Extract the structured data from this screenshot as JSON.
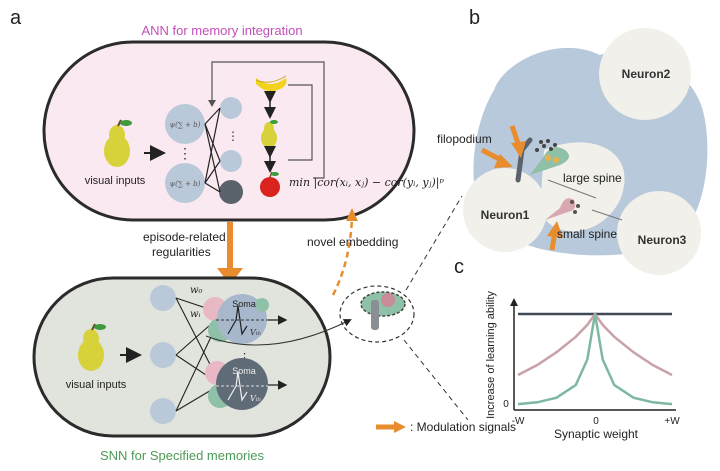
{
  "panels": {
    "a": "a",
    "b": "b",
    "c": "c"
  },
  "ann": {
    "title": "ANN for memory integration",
    "visual_inputs": "visual inputs",
    "unit_top": "ψ(∑ + b)",
    "unit_bottom": "ψ(∑ + b)",
    "ellipsis": "⋮",
    "objective": "min |cor(xᵢ, xⱼ) − cor(yᵢ, yⱼ)|ᵖ"
  },
  "transfer": {
    "episode_line1": "episode-related",
    "episode_line2": "regularities",
    "novel": "novel embedding"
  },
  "snn": {
    "title": "SNN for Specified memories",
    "visual_inputs": "visual inputs",
    "w0": "w₀",
    "wi": "wᵢ",
    "soma": "Soma",
    "vth": "Vₜₕ"
  },
  "legend": {
    "modulation": ": Modulation signals"
  },
  "neurons": {
    "n1": "Neuron1",
    "n2": "Neuron2",
    "n3": "Neuron3",
    "filopodium": "filopodium",
    "large_spine": "large spine",
    "small_spine": "small spine"
  },
  "chart_data": {
    "type": "line",
    "title": "",
    "xlabel": "Synaptic weight",
    "ylabel": "Increase of learning ability",
    "x_ticks": [
      "-W",
      "0",
      "+W"
    ],
    "y_ticks": [
      "0"
    ],
    "x": [
      -1,
      -0.75,
      -0.5,
      -0.25,
      -0.1,
      0,
      0.1,
      0.25,
      0.5,
      0.75,
      1
    ],
    "xlim": [
      -1,
      1
    ],
    "ylim": [
      0,
      1.1
    ],
    "series": [
      {
        "color": "#3f4a55",
        "values": [
          1,
          1,
          1,
          1,
          1,
          1,
          1,
          1,
          1,
          1,
          1
        ]
      },
      {
        "color": "#c9a2a8",
        "values": [
          0.33,
          0.44,
          0.58,
          0.75,
          0.88,
          1,
          0.88,
          0.75,
          0.58,
          0.44,
          0.33
        ]
      },
      {
        "color": "#7fb8a0",
        "values": [
          0.01,
          0.03,
          0.08,
          0.22,
          0.5,
          1,
          0.5,
          0.22,
          0.08,
          0.03,
          0.01
        ]
      }
    ]
  },
  "colors": {
    "orange": "#e98c2e",
    "ann_bg": "#fbe9f1",
    "snn_bg": "#e0e4dc",
    "node": "#b9c9da",
    "dark_node": "#5a636c",
    "purple_text": "#c24fb8",
    "green_text": "#4c9a58",
    "neuron_bg": "#b8c9dc"
  }
}
